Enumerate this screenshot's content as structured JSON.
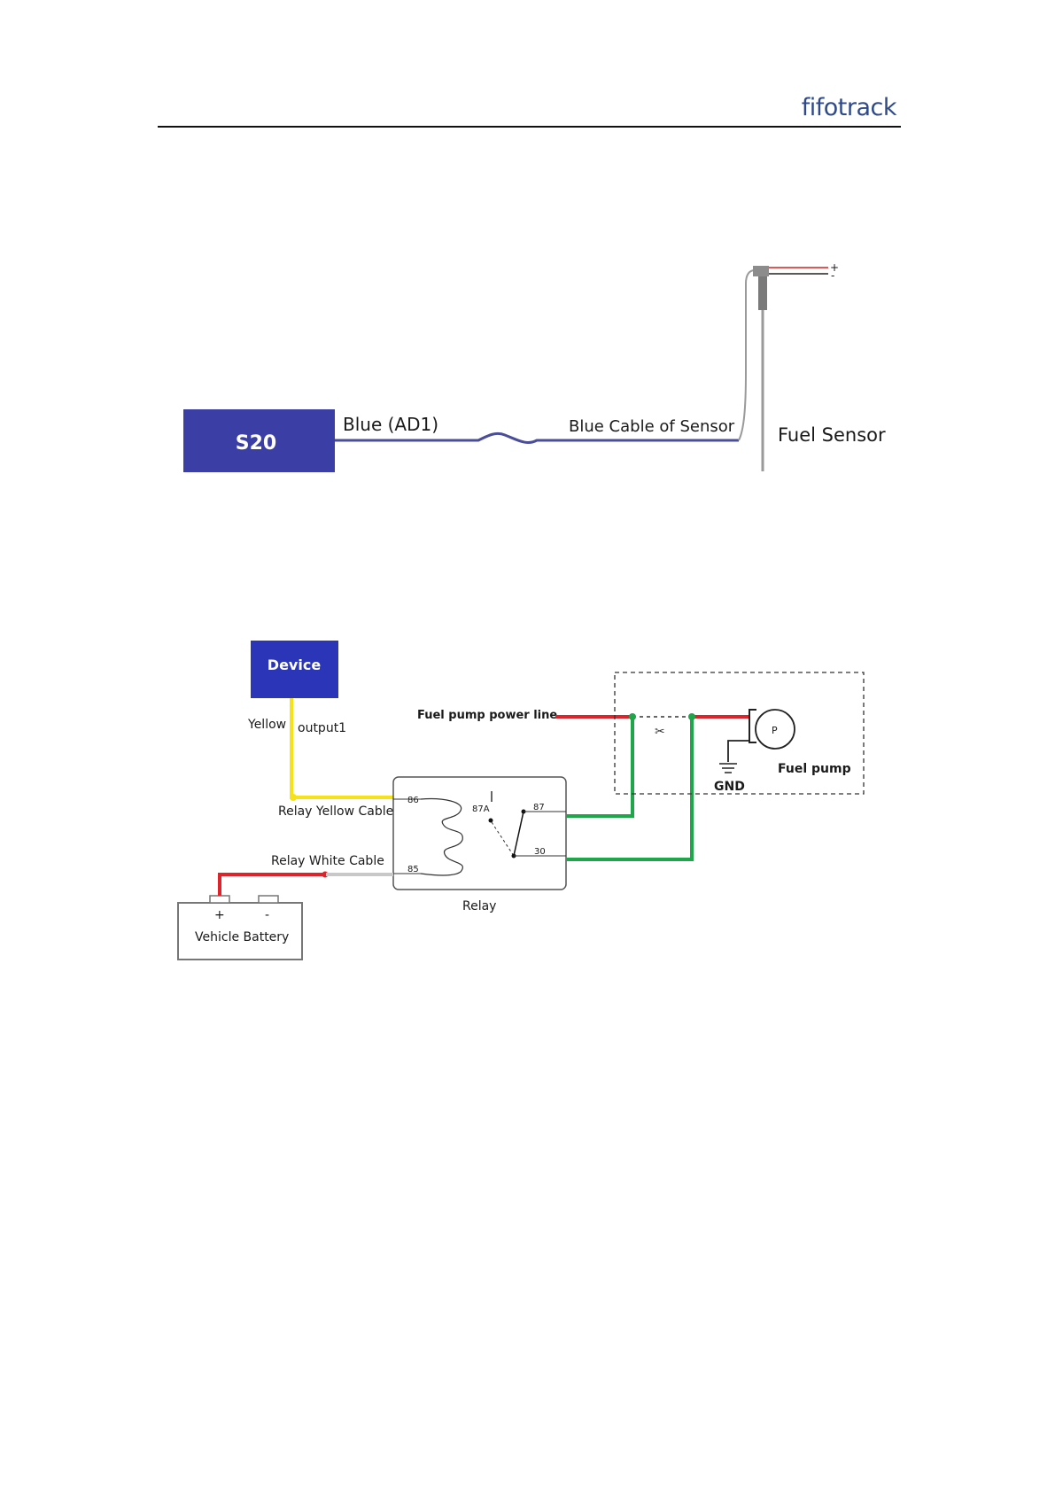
{
  "header": {
    "logo_text": "fifotrack"
  },
  "diagram1": {
    "device_label": "S20",
    "wire_label": "Blue (AD1)",
    "sensor_cable_label": "Blue Cable of Sensor",
    "sensor_label": "Fuel Sensor",
    "plus_sign": "+",
    "minus_sign": "-",
    "colors": {
      "device_fill": "#3b3fa5",
      "wire": "#4a4e9a",
      "sensor_red": "#d42020"
    }
  },
  "diagram2": {
    "device_label": "Device",
    "yellow_label": "Yellow",
    "output_label": "output1",
    "relay_yellow_label": "Relay Yellow Cable",
    "relay_white_label": "Relay White Cable",
    "fuel_line_label": "Fuel pump power line",
    "pump_symbol": "P",
    "pump_label": "Fuel pump",
    "gnd_label": "GND",
    "relay_label": "Relay",
    "battery_label": "Vehicle Battery",
    "battery_plus": "+",
    "battery_minus": "-",
    "pin_86": "86",
    "pin_85": "85",
    "pin_87": "87",
    "pin_87a": "87A",
    "pin_30": "30",
    "colors": {
      "device_fill": "#2b35b8",
      "yellow": "#f5e21a",
      "red": "#e0222a",
      "green": "#1fa64a",
      "white_wire": "#c8c8c8"
    }
  }
}
